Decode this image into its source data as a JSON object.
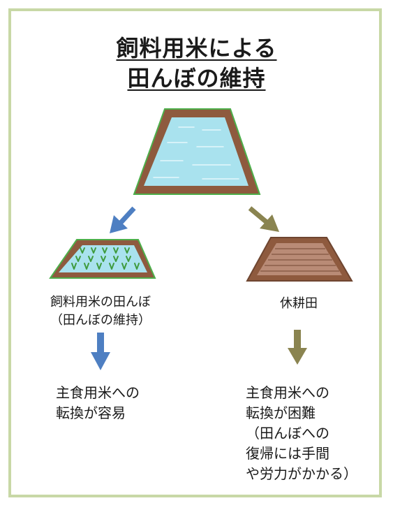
{
  "title": {
    "line1": "飼料用米による",
    "line2": "田んぼの維持"
  },
  "left_branch": {
    "label_line1": "飼料用米の田んぼ",
    "label_line2": "（田んぼの維持）",
    "result_line1": "主食用米への",
    "result_line2": "転換が容易",
    "arrow_color": "#4e7fc2"
  },
  "right_branch": {
    "label_line1": "休耕田",
    "result_line1": "主食用米への",
    "result_line2": "転換が困難",
    "result_line3": "（田んぼへの",
    "result_line4": "復帰には手間",
    "result_line5": "や労力がかかる）",
    "arrow_color": "#8a8450"
  },
  "colors": {
    "frame": "#c8d8a6",
    "dike": "#8e5a3e",
    "water": "#a9e2ee",
    "grass": "#4daf4a"
  },
  "icons": [
    "paddy-field-icon",
    "rice-paddy-icon",
    "fallow-field-icon",
    "arrow-down-left-icon",
    "arrow-down-right-icon",
    "arrow-down-icon"
  ]
}
